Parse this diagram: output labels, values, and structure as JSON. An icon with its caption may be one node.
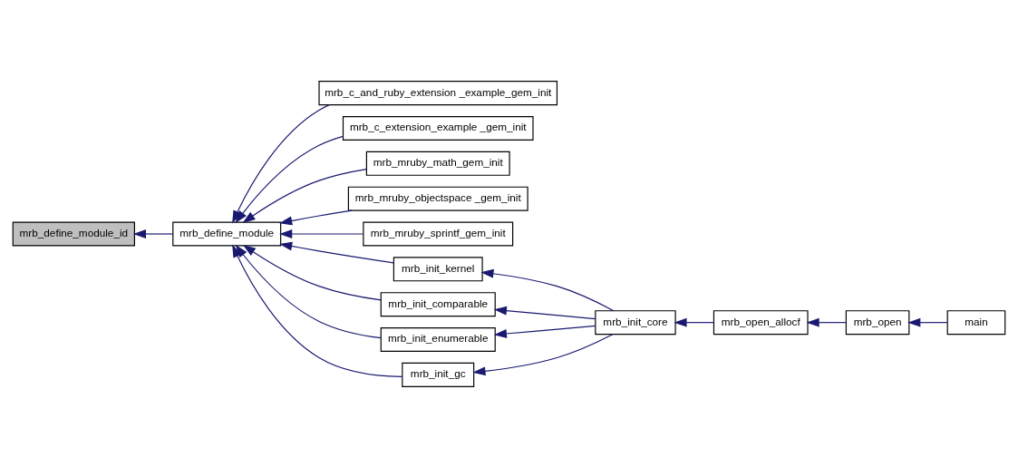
{
  "diagram": {
    "nodes": [
      {
        "text": [
          "mrb_define_module_id"
        ]
      },
      {
        "text": [
          "mrb_define_module"
        ]
      },
      {
        "text": [
          "mrb_c_and_ruby_extension _example_gem_init"
        ]
      },
      {
        "text": [
          "mrb_c_extension_example _gem_init"
        ]
      },
      {
        "text": [
          "mrb_mruby_math_gem_init"
        ]
      },
      {
        "text": [
          "mrb_mruby_objectspace _gem_init"
        ]
      },
      {
        "text": [
          "mrb_mruby_sprintf_gem_init"
        ]
      },
      {
        "text": [
          "mrb_init_kernel"
        ]
      },
      {
        "text": [
          "mrb_init_comparable"
        ]
      },
      {
        "text": [
          "mrb_init_enumerable"
        ]
      },
      {
        "text": [
          "mrb_init_gc"
        ]
      },
      {
        "text": [
          "mrb_init_core"
        ]
      },
      {
        "text": [
          "mrb_open_allocf"
        ]
      },
      {
        "text": [
          "mrb_open"
        ]
      },
      {
        "text": [
          "main"
        ]
      }
    ],
    "edges": [
      {
        "from": 1,
        "to": 0,
        "arrow": "to"
      },
      {
        "from": 2,
        "to": 1,
        "arrow": "to"
      },
      {
        "from": 3,
        "to": 1,
        "arrow": "to"
      },
      {
        "from": 4,
        "to": 1,
        "arrow": "to"
      },
      {
        "from": 5,
        "to": 1,
        "arrow": "to"
      },
      {
        "from": 6,
        "to": 1,
        "arrow": "to"
      },
      {
        "from": 7,
        "to": 1,
        "arrow": "to"
      },
      {
        "from": 8,
        "to": 1,
        "arrow": "to"
      },
      {
        "from": 9,
        "to": 1,
        "arrow": "to"
      },
      {
        "from": 10,
        "to": 1,
        "arrow": "to"
      },
      {
        "from": 11,
        "to": 7,
        "arrow": "to"
      },
      {
        "from": 11,
        "to": 8,
        "arrow": "to"
      },
      {
        "from": 11,
        "to": 9,
        "arrow": "to"
      },
      {
        "from": 11,
        "to": 10,
        "arrow": "to"
      },
      {
        "from": 12,
        "to": 11,
        "arrow": "to"
      },
      {
        "from": 13,
        "to": 12,
        "arrow": "to"
      },
      {
        "from": 14,
        "to": 13,
        "arrow": "to"
      }
    ]
  }
}
